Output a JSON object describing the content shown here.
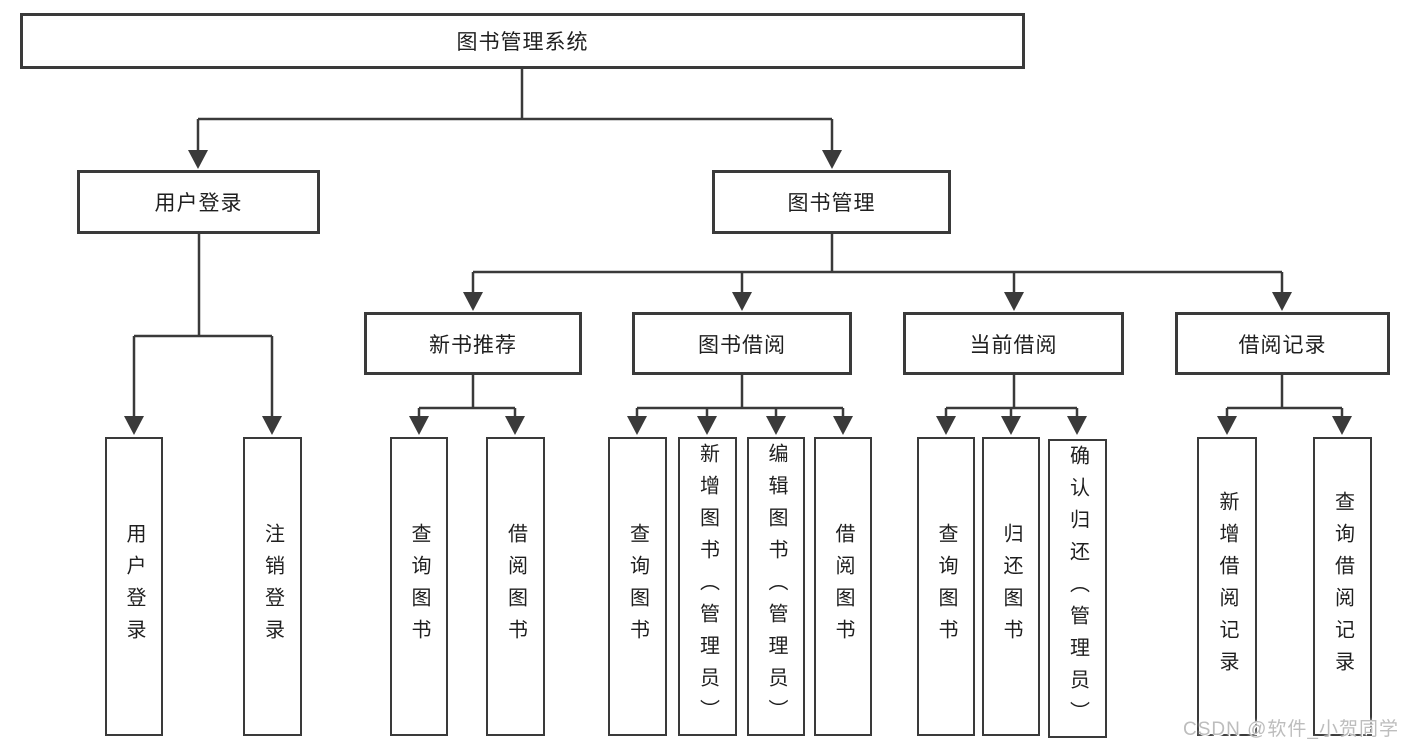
{
  "diagram": {
    "colors": {
      "line": "#3a3a3a",
      "text": "#1f1f1f",
      "background": "#ffffff",
      "watermark": "#bdbdbd"
    },
    "root": {
      "label": "图书管理系统"
    },
    "level2": [
      {
        "label": "用户登录"
      },
      {
        "label": "图书管理"
      }
    ],
    "level3": [
      {
        "label": "新书推荐"
      },
      {
        "label": "图书借阅"
      },
      {
        "label": "当前借阅"
      },
      {
        "label": "借阅记录"
      }
    ],
    "leaves": {
      "user_login": [
        {
          "label": "用户登录"
        },
        {
          "label": "注销登录"
        }
      ],
      "new_books": [
        {
          "label": "查询图书"
        },
        {
          "label": "借阅图书"
        }
      ],
      "book_borrow": [
        {
          "label": "查询图书"
        },
        {
          "label": "新增图书（管理员）"
        },
        {
          "label": "编辑图书（管理员）"
        },
        {
          "label": "借阅图书"
        }
      ],
      "current_borrow": [
        {
          "label": "查询图书"
        },
        {
          "label": "归还图书"
        },
        {
          "label": "确认归还（管理员）"
        }
      ],
      "borrow_records": [
        {
          "label": "新增借阅记录"
        },
        {
          "label": "查询借阅记录"
        }
      ]
    }
  },
  "watermark": {
    "text": "CSDN @软件_小贺同学"
  }
}
